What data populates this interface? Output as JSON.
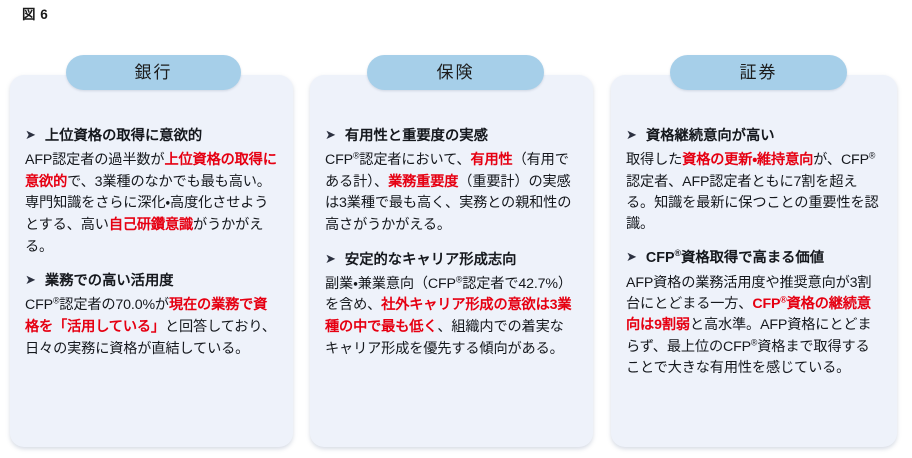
{
  "figure": {
    "label": "図 6"
  },
  "colors": {
    "pill_background": "#a6cfe9",
    "card_background": "#eef2fa",
    "highlight_red": "#e60012",
    "text_primary": "#15181d",
    "page_background": "#ffffff"
  },
  "bullet_glyph": "➤",
  "cards": [
    {
      "id": "bank",
      "title": "銀行",
      "blocks": [
        {
          "heading": "上位資格の取得に意欲的",
          "runs": [
            {
              "text": "AFP認定者の過半数が",
              "highlight": false
            },
            {
              "text": "上位資格の取得に意欲的",
              "highlight": true
            },
            {
              "text": "で、3業種のなかでも最も高い。専門知識をさらに深化・高度化させようとする、高い",
              "highlight": false
            },
            {
              "text": "自己研鑽意識",
              "highlight": true
            },
            {
              "text": "がうかがえる。",
              "highlight": false
            }
          ]
        },
        {
          "heading": "業務での高い活用度",
          "runs": [
            {
              "text": "CFP",
              "highlight": false
            },
            {
              "text": "®",
              "highlight": false,
              "sup": true
            },
            {
              "text": "認定者の70.0%が",
              "highlight": false
            },
            {
              "text": "現在の業務で資格を「活用している」",
              "highlight": true
            },
            {
              "text": "と回答しており、日々の実務に資格が直結している。",
              "highlight": false
            }
          ]
        }
      ]
    },
    {
      "id": "insurance",
      "title": "保険",
      "blocks": [
        {
          "heading": "有用性と重要度の実感",
          "runs": [
            {
              "text": "CFP",
              "highlight": false
            },
            {
              "text": "®",
              "highlight": false,
              "sup": true
            },
            {
              "text": "認定者において、",
              "highlight": false
            },
            {
              "text": "有用性",
              "highlight": true
            },
            {
              "text": "（有用である計）、",
              "highlight": false
            },
            {
              "text": "業務重要度",
              "highlight": true
            },
            {
              "text": "（重要計）の実感は3業種で最も高く、実務との親和性の高さがうかがえる。",
              "highlight": false
            }
          ]
        },
        {
          "heading": "安定的なキャリア形成志向",
          "runs": [
            {
              "text": "副業・兼業意向（CFP",
              "highlight": false
            },
            {
              "text": "®",
              "highlight": false,
              "sup": true
            },
            {
              "text": "認定者で42.7%）を含め、",
              "highlight": false
            },
            {
              "text": "社外キャリア形成の意欲は3業種の中で最も低く",
              "highlight": true
            },
            {
              "text": "、組織内での着実なキャリア形成を優先する傾向がある。",
              "highlight": false
            }
          ]
        }
      ]
    },
    {
      "id": "securities",
      "title": "証券",
      "blocks": [
        {
          "heading": "資格継続意向が高い",
          "runs": [
            {
              "text": "取得した",
              "highlight": false
            },
            {
              "text": "資格の更新・維持意向",
              "highlight": true
            },
            {
              "text": "が、CFP",
              "highlight": false
            },
            {
              "text": "®",
              "highlight": false,
              "sup": true
            },
            {
              "text": "認定者、AFP認定者ともに7割を超える。知識を最新に保つことの重要性を認識。",
              "highlight": false
            }
          ]
        },
        {
          "heading": "CFP®資格取得で高まる価値",
          "heading_runs": [
            {
              "text": "CFP",
              "sup": false
            },
            {
              "text": "®",
              "sup": true
            },
            {
              "text": "資格取得で高まる価値",
              "sup": false
            }
          ],
          "runs": [
            {
              "text": "AFP資格の業務活用度や推奨意向が3割台にとどまる一方、",
              "highlight": false
            },
            {
              "text": "CFP",
              "highlight": true
            },
            {
              "text": "®",
              "highlight": true,
              "sup": true
            },
            {
              "text": "資格の継続意向は9割弱",
              "highlight": true
            },
            {
              "text": "と高水準。AFP資格にとどまらず、最上位のCFP",
              "highlight": false
            },
            {
              "text": "®",
              "highlight": false,
              "sup": true
            },
            {
              "text": "資格まで取得することで大きな有用性を感じている。",
              "highlight": false
            }
          ]
        }
      ]
    }
  ]
}
